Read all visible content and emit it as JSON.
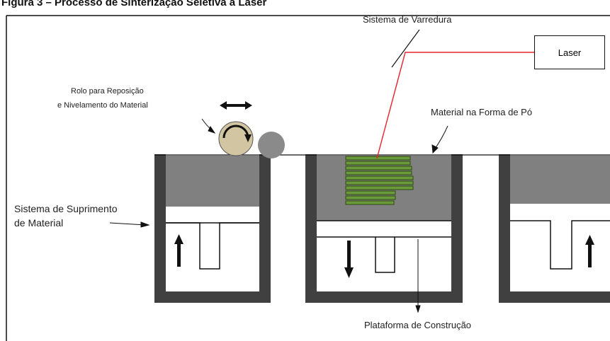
{
  "caption": "Figura 3 – Processo de Sinterização Seletiva a Laser",
  "labels": {
    "scanning_system": "Sistema de Varredura",
    "laser": "Laser",
    "roller_line1": "Rolo para Reposição",
    "roller_line2": "e Nivelamento do Material",
    "powder_material": "Material na Forma de Pó",
    "supply_line1": "Sistema de Suprimento",
    "supply_line2": "de Material",
    "build_platform": "Plataforma de Construção"
  },
  "colors": {
    "wall": "#404040",
    "powder": "#808080",
    "part": "#6b9a3a",
    "laser_beam": "#e8202a",
    "roller": "#d2c6a2",
    "roller_ball": "#8a8a8a"
  }
}
